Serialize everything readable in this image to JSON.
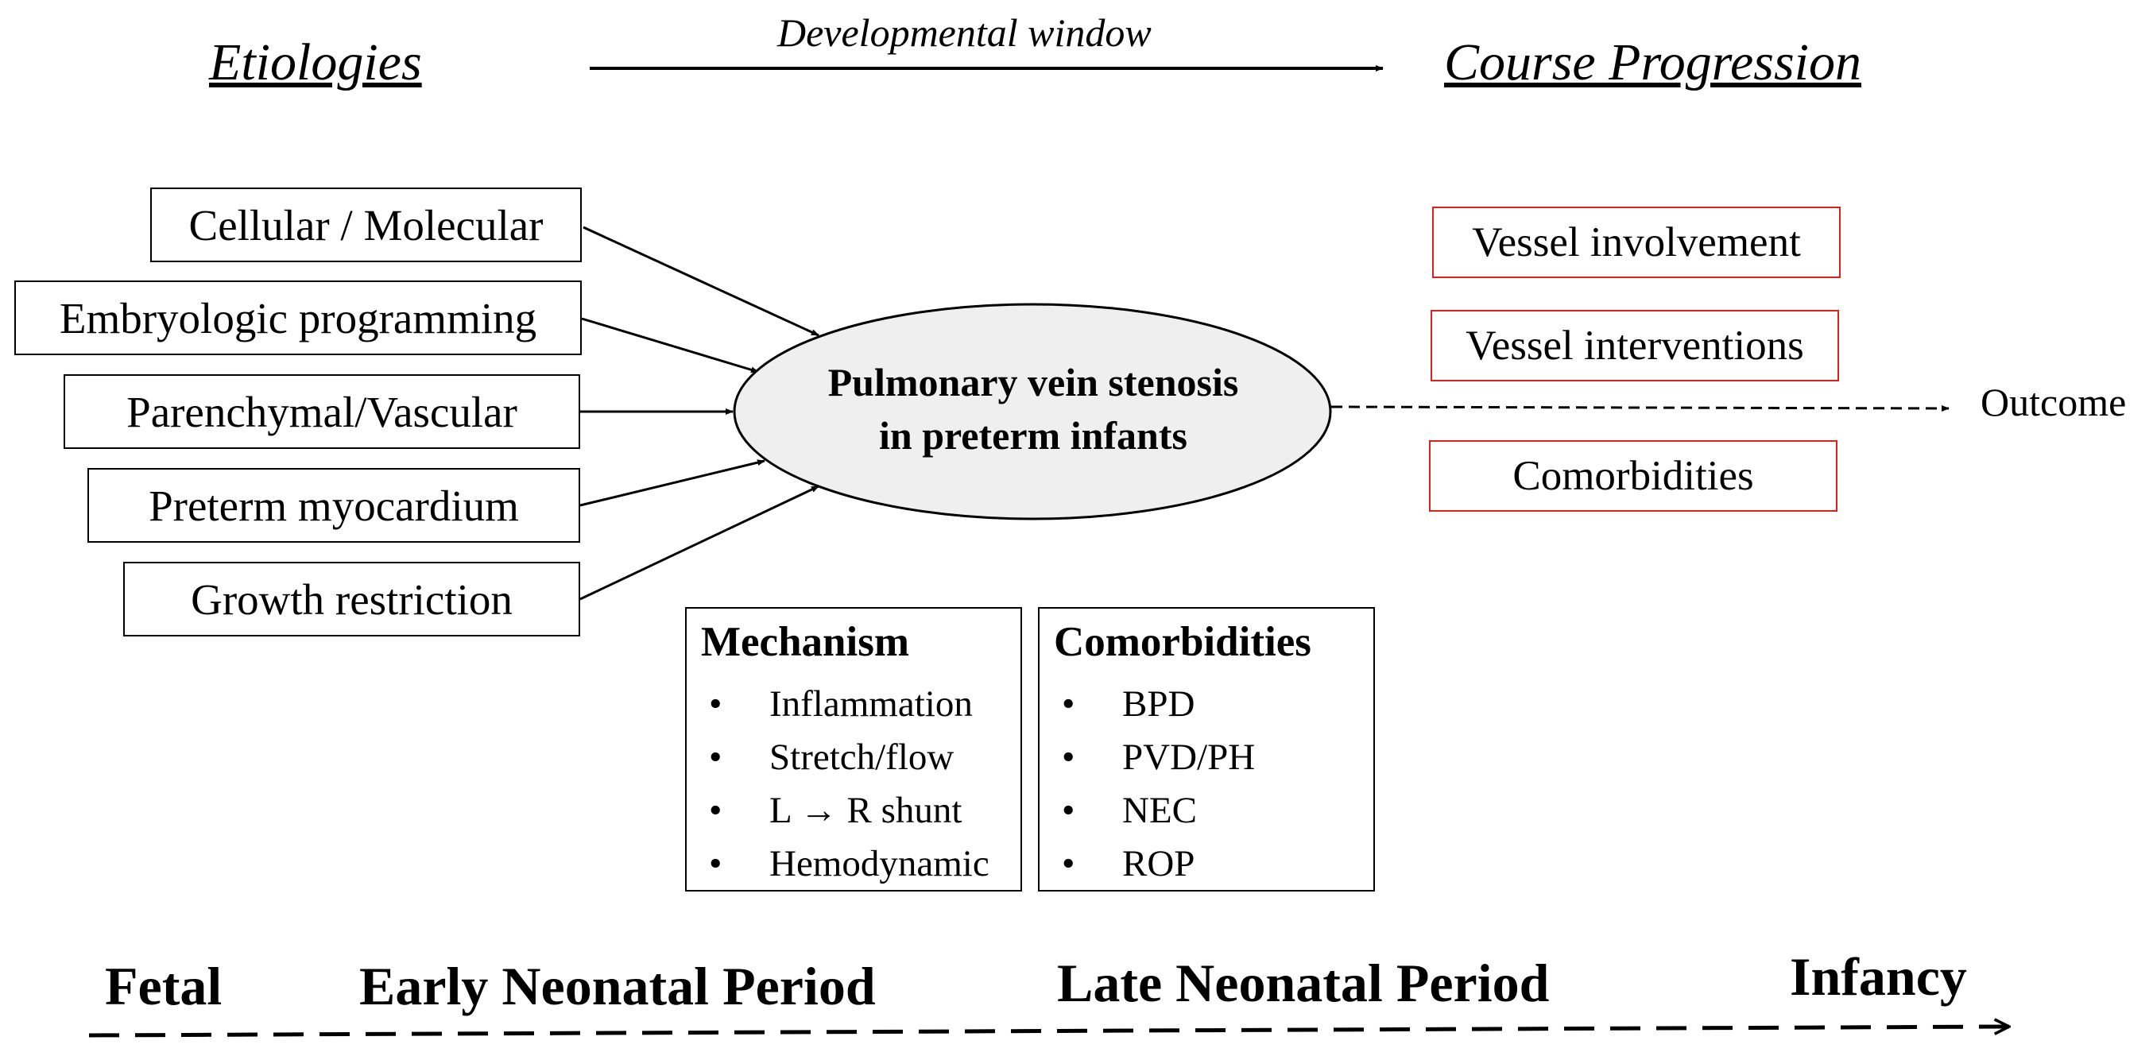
{
  "headers": {
    "etiologies": "Etiologies",
    "developmental_window": "Developmental window",
    "course_progression": "Course Progression"
  },
  "etiologies": [
    "Cellular / Molecular",
    "Embryologic programming",
    "Parenchymal/Vascular",
    "Preterm myocardium",
    "Growth restriction"
  ],
  "center": {
    "line1": "Pulmonary vein stenosis",
    "line2": "in preterm infants"
  },
  "course": [
    "Vessel involvement",
    "Vessel interventions",
    "Comorbidities"
  ],
  "outcome": "Outcome",
  "mechanism": {
    "title": "Mechanism",
    "items": [
      "Inflammation",
      "Stretch/flow",
      "L → R shunt",
      "Hemodynamic"
    ]
  },
  "comorbidities": {
    "title": "Comorbidities",
    "items": [
      "BPD",
      "PVD/PH",
      "NEC",
      "ROP"
    ]
  },
  "timeline": {
    "periods": [
      "Fetal",
      "Early Neonatal Period",
      "Late Neonatal Period",
      "Infancy"
    ]
  },
  "colors": {
    "course_box_border": "#e0201b",
    "ellipse_fill": "#efefef"
  }
}
